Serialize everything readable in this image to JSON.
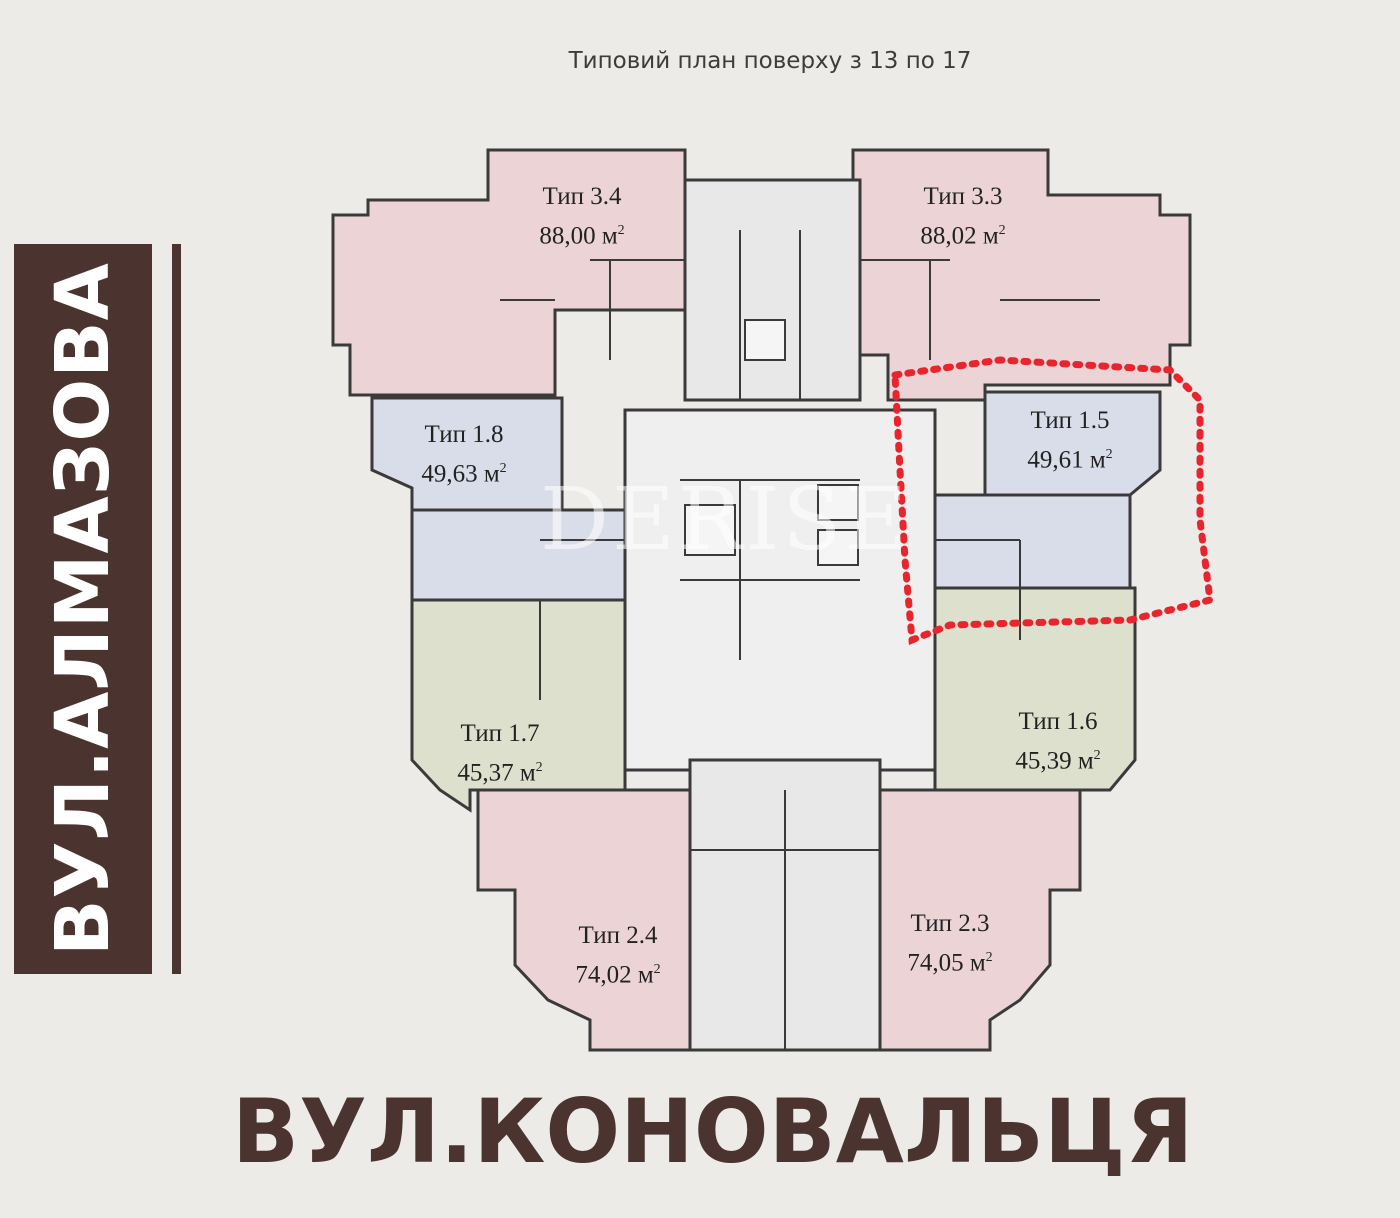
{
  "title": "Типовий план поверху з 13 по 17",
  "street_left": "ВУЛ.АЛМАЗОВА",
  "street_bottom": "ВУЛ.КОНОВАЛЬЦЯ",
  "watermark": "DERISE",
  "colors": {
    "banner": "#4b3430",
    "pink": "#ecd4d6",
    "blue": "#d9dde9",
    "green": "#dde0cc",
    "wall": "#3a3a3a",
    "highlight": "#e8242c"
  },
  "units": [
    {
      "type": "Тип 3.4",
      "area": "88,00 м",
      "unit": "2"
    },
    {
      "type": "Тип 3.3",
      "area": "88,02 м",
      "unit": "2"
    },
    {
      "type": "Тип 1.8",
      "area": "49,63 м",
      "unit": "2"
    },
    {
      "type": "Тип 1.5",
      "area": "49,61 м",
      "unit": "2"
    },
    {
      "type": "Тип 1.7",
      "area": "45,37 м",
      "unit": "2"
    },
    {
      "type": "Тип 1.6",
      "area": "45,39 м",
      "unit": "2"
    },
    {
      "type": "Тип 2.4",
      "area": "74,02 м",
      "unit": "2"
    },
    {
      "type": "Тип 2.3",
      "area": "74,05 м",
      "unit": "2"
    }
  ],
  "highlighted_unit": "Тип 1.5"
}
